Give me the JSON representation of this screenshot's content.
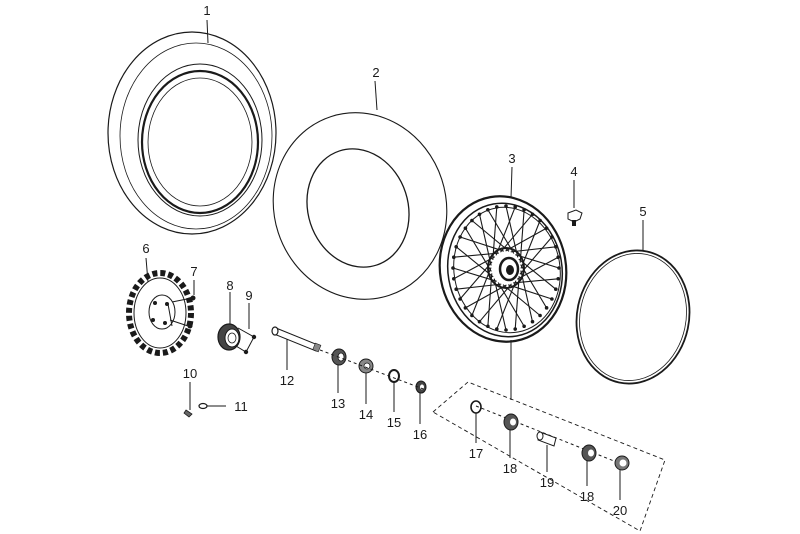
{
  "callouts": {
    "c1": "1",
    "c2": "2",
    "c3": "3",
    "c4": "4",
    "c5": "5",
    "c6": "6",
    "c7": "7",
    "c8": "8",
    "c9": "9",
    "c10": "10",
    "c11": "11",
    "c12": "12",
    "c13": "13",
    "c14": "14",
    "c15": "15",
    "c16": "16",
    "c17": "17",
    "c18a": "18",
    "c19": "19",
    "c18b": "18",
    "c20": "20"
  },
  "colors": {
    "line": "#1a1a1a",
    "background": "#ffffff",
    "gray_fill": "#9a9a9a"
  }
}
